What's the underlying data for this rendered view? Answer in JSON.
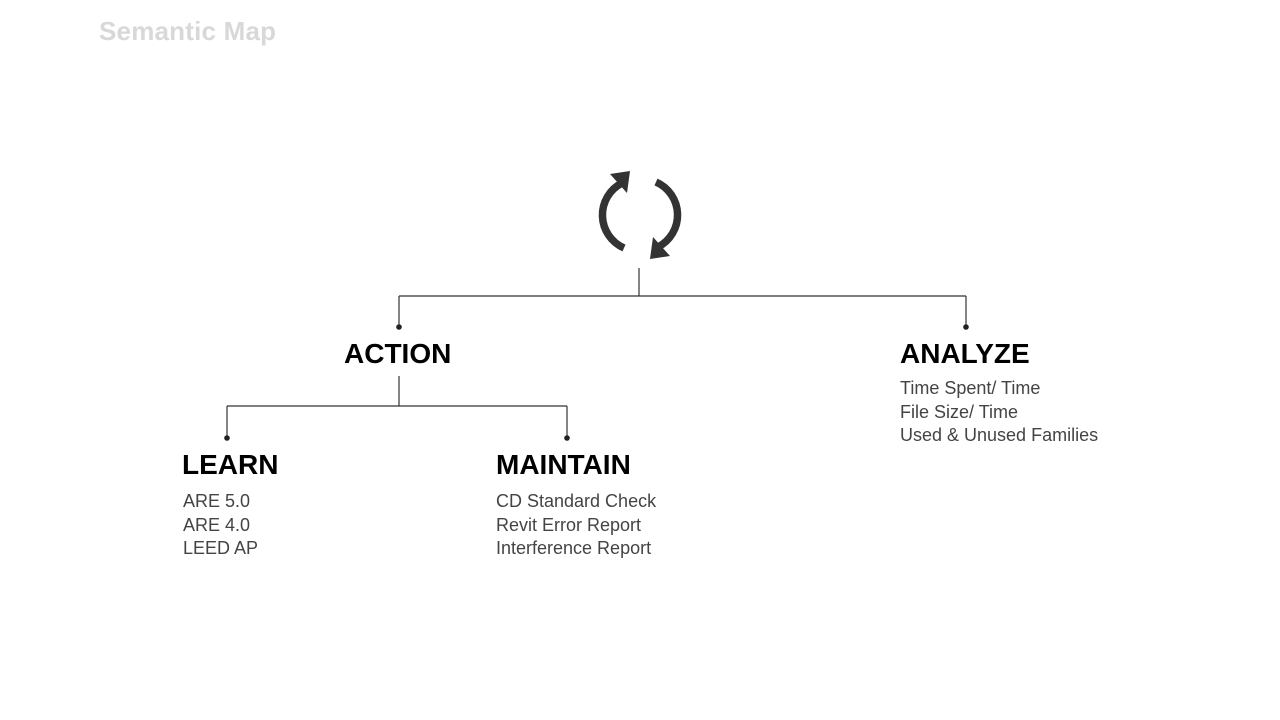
{
  "page_title": "Semantic Map",
  "root": {
    "icon": "refresh-cycle-icon",
    "color": "#333333"
  },
  "nodes": {
    "action": {
      "title": "ACTION"
    },
    "analyze": {
      "title": "ANALYZE",
      "items": [
        "Time Spent/ Time",
        "File Size/ Time",
        "Used & Unused Families"
      ]
    },
    "learn": {
      "title": "LEARN",
      "items": [
        "ARE 5.0",
        "ARE 4.0",
        "LEED AP"
      ]
    },
    "maintain": {
      "title": "MAINTAIN",
      "items": [
        "CD Standard Check",
        "Revit Error Report",
        "Interference Report"
      ]
    }
  },
  "colors": {
    "title": "#d8d8d8",
    "line": "#333333",
    "text": "#444444"
  }
}
